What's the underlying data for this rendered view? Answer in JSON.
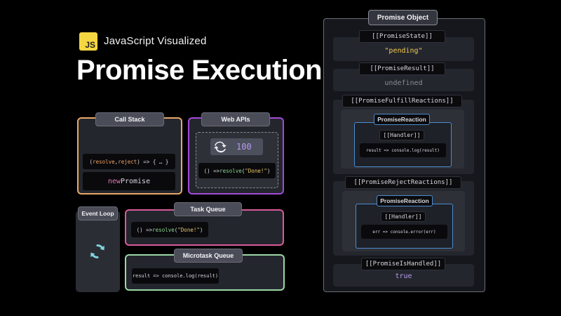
{
  "header": {
    "logo_text": "JS",
    "series": "JavaScript Visualized",
    "title": "Promise Execution"
  },
  "call_stack": {
    "label": "Call Stack",
    "frame_1_parts": [
      "(",
      "resolve",
      ", ",
      "reject",
      ") => { … }"
    ],
    "frame_2_parts": [
      "new",
      " Promise"
    ]
  },
  "web_apis": {
    "label": "Web APIs",
    "timer_value": "100",
    "callback_parts": [
      "() => ",
      "resolve",
      "(",
      "\"Done!\"",
      ")"
    ]
  },
  "event_loop": {
    "label": "Event Loop",
    "icon": "refresh-icon"
  },
  "task_queue": {
    "label": "Task Queue",
    "item_parts": [
      "() => ",
      "resolve",
      "(",
      "\"Done!\"",
      ")"
    ]
  },
  "microtask_queue": {
    "label": "Microtask Queue",
    "item": "result => console.log(result)"
  },
  "promise_object": {
    "label": "Promise Object",
    "state": {
      "label": "[[PromiseState]]",
      "value": "\"pending\""
    },
    "result": {
      "label": "[[PromiseResult]]",
      "value": "undefined"
    },
    "fulfill_reactions": {
      "label": "[[PromiseFulfillReactions]]",
      "reaction_label": "PromiseReaction",
      "handler_label": "[[Handler]]",
      "handler_code": "result => console.log(result)"
    },
    "reject_reactions": {
      "label": "[[PromiseRejectReactions]]",
      "reaction_label": "PromiseReaction",
      "handler_label": "[[Handler]]",
      "handler_code": "err => console.error(err)"
    },
    "is_handled": {
      "label": "[[PromiseIsHandled]]",
      "value": "true"
    }
  },
  "colors": {
    "call_stack": "#e8a86a",
    "web_apis": "#a24ad8",
    "task_queue": "#d95a9a",
    "microtask_queue": "#9ad8a4",
    "reaction_border": "#4a8ccf",
    "pending": "#f1c94e",
    "true_value": "#b79cf0",
    "undefined": "#8a8c94"
  }
}
